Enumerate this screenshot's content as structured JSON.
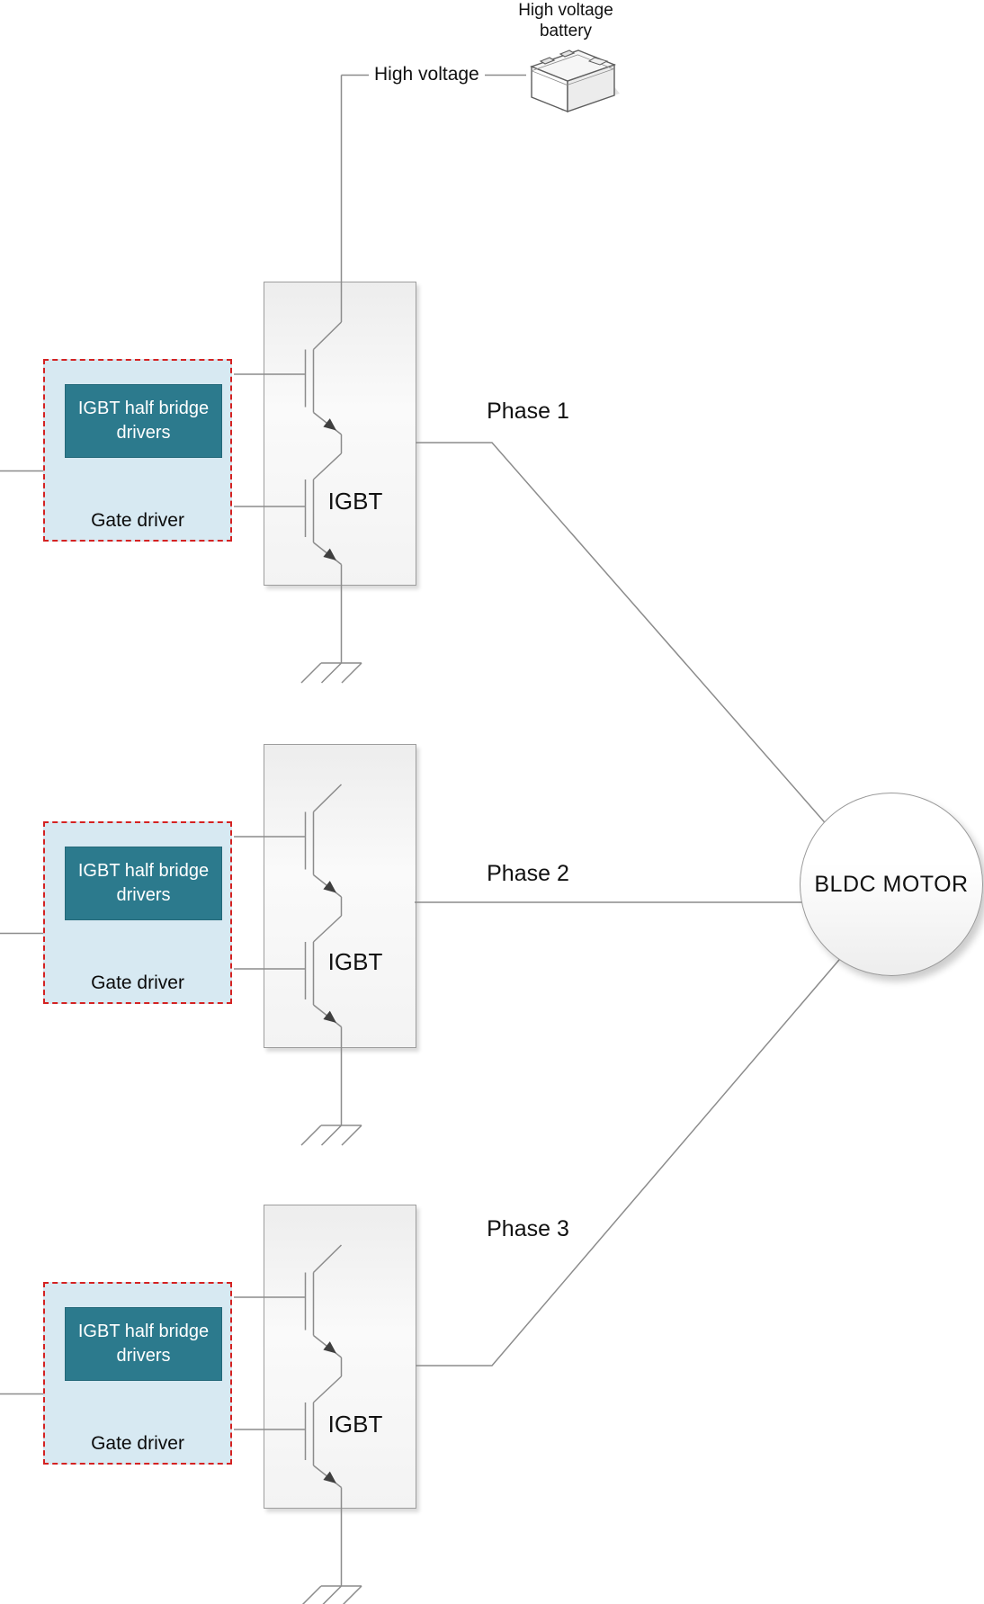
{
  "diagram": {
    "type": "circuit-diagram",
    "battery": {
      "title": "High voltage battery",
      "bus_label": "High voltage"
    },
    "phases": [
      {
        "label": "Phase 1",
        "igbt_label": "IGBT",
        "driver_chip_label": "IGBT half bridge drivers",
        "driver_label": "Gate driver"
      },
      {
        "label": "Phase 2",
        "igbt_label": "IGBT",
        "driver_chip_label": "IGBT half bridge drivers",
        "driver_label": "Gate driver"
      },
      {
        "label": "Phase 3",
        "igbt_label": "IGBT",
        "driver_chip_label": "IGBT half bridge drivers",
        "driver_label": "Gate driver"
      }
    ],
    "motor": {
      "label": "BLDC MOTOR"
    },
    "colors": {
      "driver_box_fill": "#d7e9f2",
      "driver_box_border": "#d42222",
      "chip_fill": "#2c7a8d",
      "chip_text": "#ffffff",
      "wire": "#8c8c8c",
      "arrow": "#3f3f3f",
      "text": "#111111"
    }
  }
}
